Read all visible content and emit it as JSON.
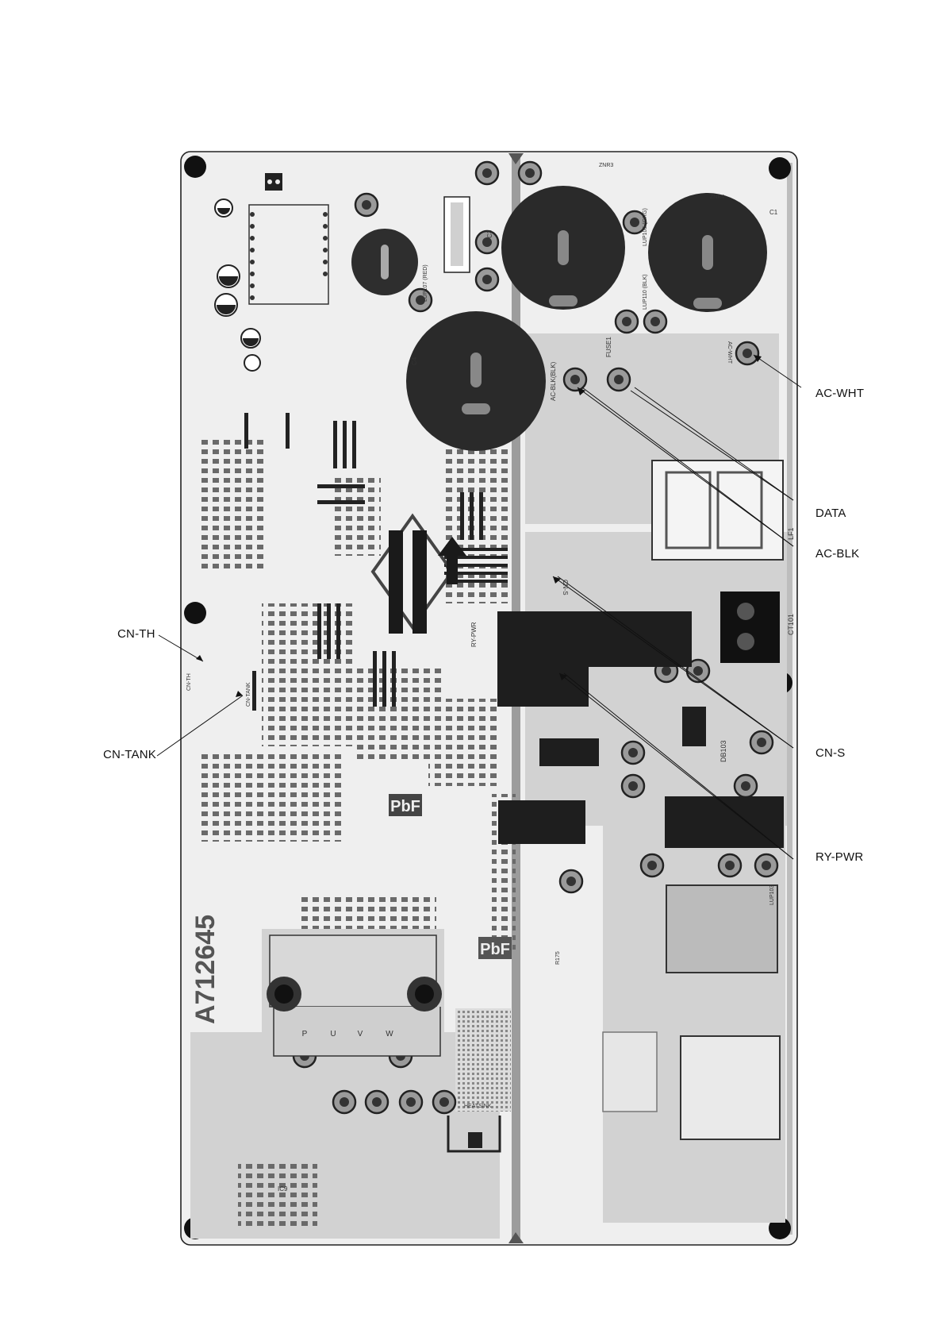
{
  "callouts": {
    "ac_wht": "AC-WHT",
    "data": "DATA",
    "ac_blk": "AC-BLK",
    "cn_th": "CN-TH",
    "cn_tank": "CN-TANK",
    "cn_s": "CN-S",
    "ry_pwr": "RY-PWR"
  },
  "board": {
    "pbf_mark_1": "PbF",
    "pbf_mark_2": "PbF",
    "board_code": "A712645",
    "terminals": [
      "P",
      "U",
      "V",
      "W"
    ],
    "silk": {
      "cn_s": "CN-S",
      "ry_pwr": "RY-PWR",
      "cn_th": "CN-TH",
      "cn_tank": "CN-TANK",
      "ac_blk": "AC-BLK(BLK)",
      "ac_wht": "AC-WHT",
      "fuse": "FUSE1",
      "ct101": "CT101",
      "db103": "DB103",
      "lf1": "LF1",
      "ic9": "IC9",
      "lup103": "LUP103",
      "lup107": "LUP107 (RED)",
      "lup110": "LUP110 (BLK)",
      "lup105": "LUP105 (ORG)",
      "zkr3": "ZNR3",
      "zkr4": "ZNR4",
      "c1": "C1",
      "c3": "C3",
      "c4": "C4",
      "r175": "R175",
      "heat": "HEATSINK"
    },
    "colors": {
      "board": "#ececec",
      "trace": "#9a9a9a",
      "dark": "#2a2a2a",
      "pad": "#3a3a3a"
    }
  }
}
